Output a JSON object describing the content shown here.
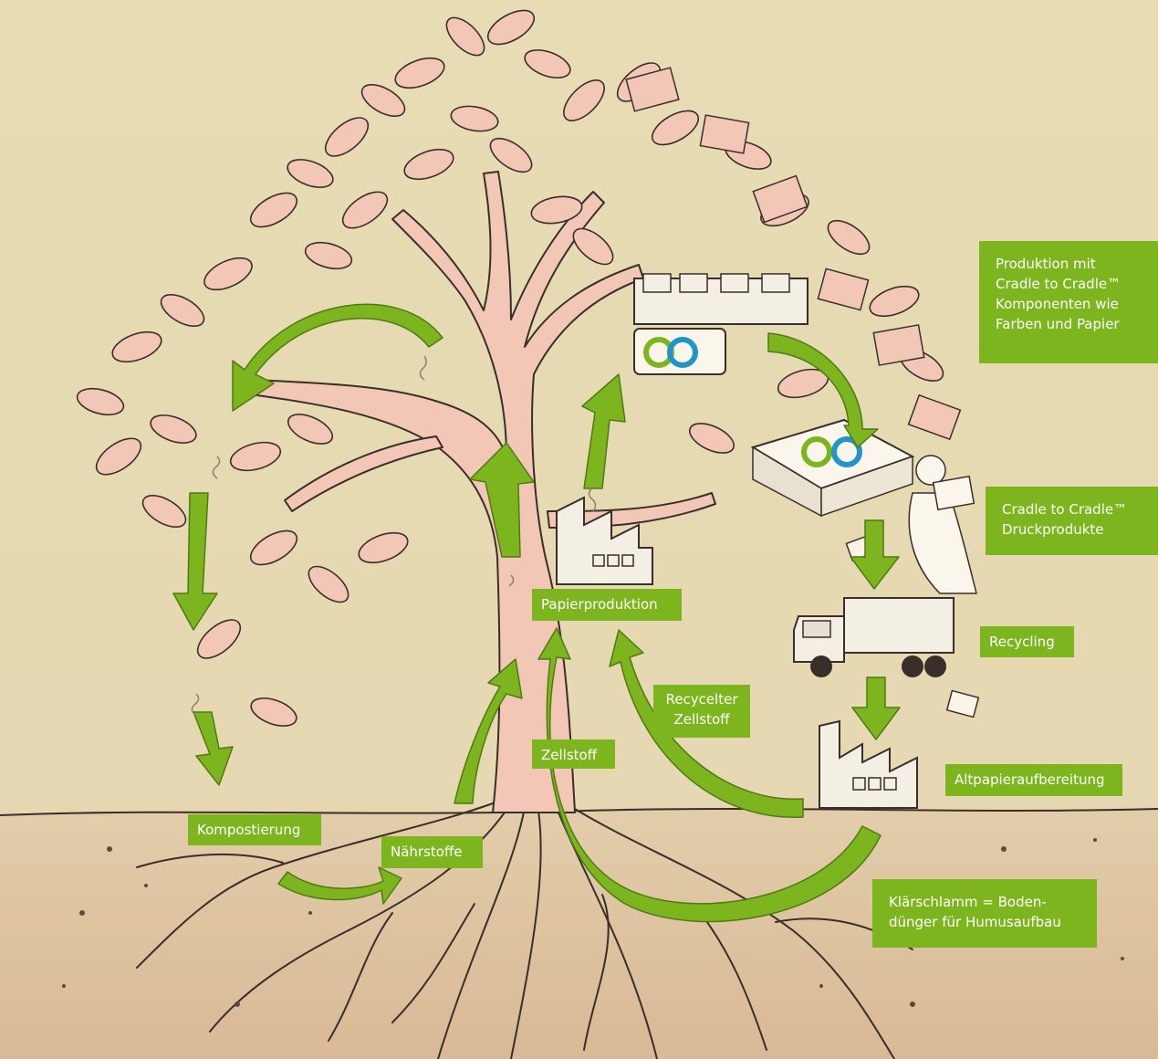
{
  "colors": {
    "background_top": "#e6dcb4",
    "ground": "#dcbf9b",
    "tree": "#f2c7b5",
    "outline": "#3a2e2a",
    "arrow": "#7db51f",
    "arrow_stroke": "#4e7a12",
    "label_bg": "#7db51f",
    "label_text": "#ffffff",
    "logo_green": "#7db51f",
    "logo_blue": "#1f95c8"
  },
  "labels": {
    "production": [
      "Produktion mit",
      "Cradle to Cradle™",
      "Komponenten wie",
      "Farben und Papier"
    ],
    "print_products": [
      "Cradle to Cradle™",
      "Druckprodukte"
    ],
    "recycling": "Recycling",
    "paper_production": "Papierproduktion",
    "recycled_pulp": [
      "Recycelter",
      "Zellstoff"
    ],
    "pulp": "Zellstoff",
    "waste_paper": "Altpapieraufbereitung",
    "composting": "Kompostierung",
    "nutrients": "Nährstoffe",
    "sewage_sludge": [
      "Klärschlamm = Boden-",
      "dünger für Humusaufbau"
    ]
  },
  "icons": {
    "tree": "tree-illustration",
    "printing_press": "printing-press-icon",
    "paper_stack": "paper-stack-icon",
    "truck": "garbage-truck-icon",
    "factory": "factory-icon",
    "reader": "reading-person-icon"
  }
}
